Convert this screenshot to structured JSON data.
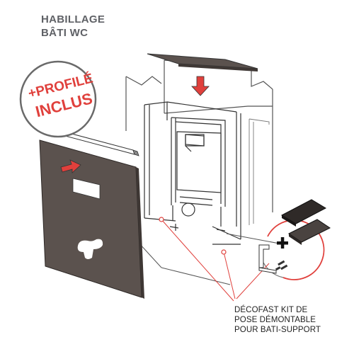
{
  "title": {
    "line1": "HABILLAGE",
    "line2": "BÂTI WC"
  },
  "badge": {
    "line1": "+PROFILÉ",
    "line2": "INCLUS"
  },
  "caption": {
    "line1": "DÉCOFAST KIT DE",
    "line2": "POSE DÉMONTABLE",
    "line3": "POUR BATI-SUPPORT"
  },
  "colors": {
    "panel": "#5b524e",
    "accent_red": "#e0403c",
    "outline": "#333333",
    "title_gray": "#5f6166"
  },
  "icons": [
    "down-arrow-icon",
    "pointing-arrow-icon",
    "plus-icon"
  ]
}
